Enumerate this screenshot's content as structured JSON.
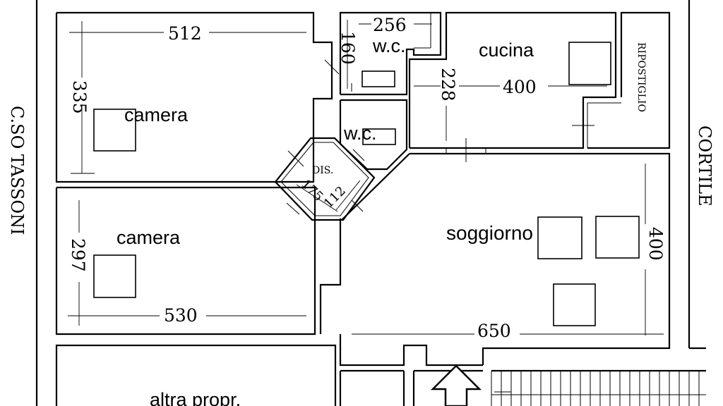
{
  "street_left": "C.SO TASSONI",
  "street_right": "CORTILE",
  "rooms": {
    "camera_top": "camera",
    "camera_bottom": "camera",
    "wc_top": "w.c.",
    "wc_middle": "w.c.",
    "cucina": "cucina",
    "ripostiglio": "RIPOSTIGLIO",
    "soggiorno": "soggiorno",
    "disimpegno": "DIS.",
    "altra": "altra propr."
  },
  "dimensions": {
    "camera_top_width": "512",
    "camera_top_height": "335",
    "wc_top_width": "256",
    "wc_top_height": "160",
    "cucina_height": "228",
    "cucina_width": "400",
    "dis_a": "175",
    "dis_b": "112",
    "camera_bottom_height": "297",
    "camera_bottom_width": "530",
    "soggiorno_width": "650",
    "soggiorno_height": "400"
  }
}
